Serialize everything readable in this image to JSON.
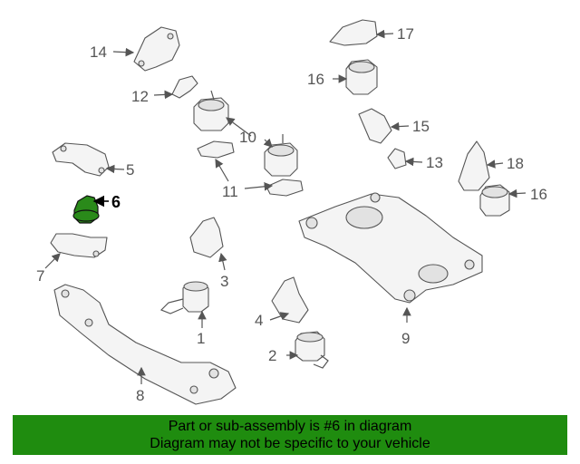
{
  "callouts": [
    "1",
    "2",
    "3",
    "4",
    "5",
    "6",
    "7",
    "8",
    "9",
    "10",
    "11",
    "12",
    "13",
    "14",
    "15",
    "16",
    "17",
    "18"
  ],
  "highlighted_part": "6",
  "colors": {
    "highlight": "#2a8a1a",
    "banner": "#1f8c0f"
  },
  "footer": {
    "line1": "Part or sub-assembly is #6 in diagram",
    "line2": "Diagram may not be specific to your vehicle"
  }
}
